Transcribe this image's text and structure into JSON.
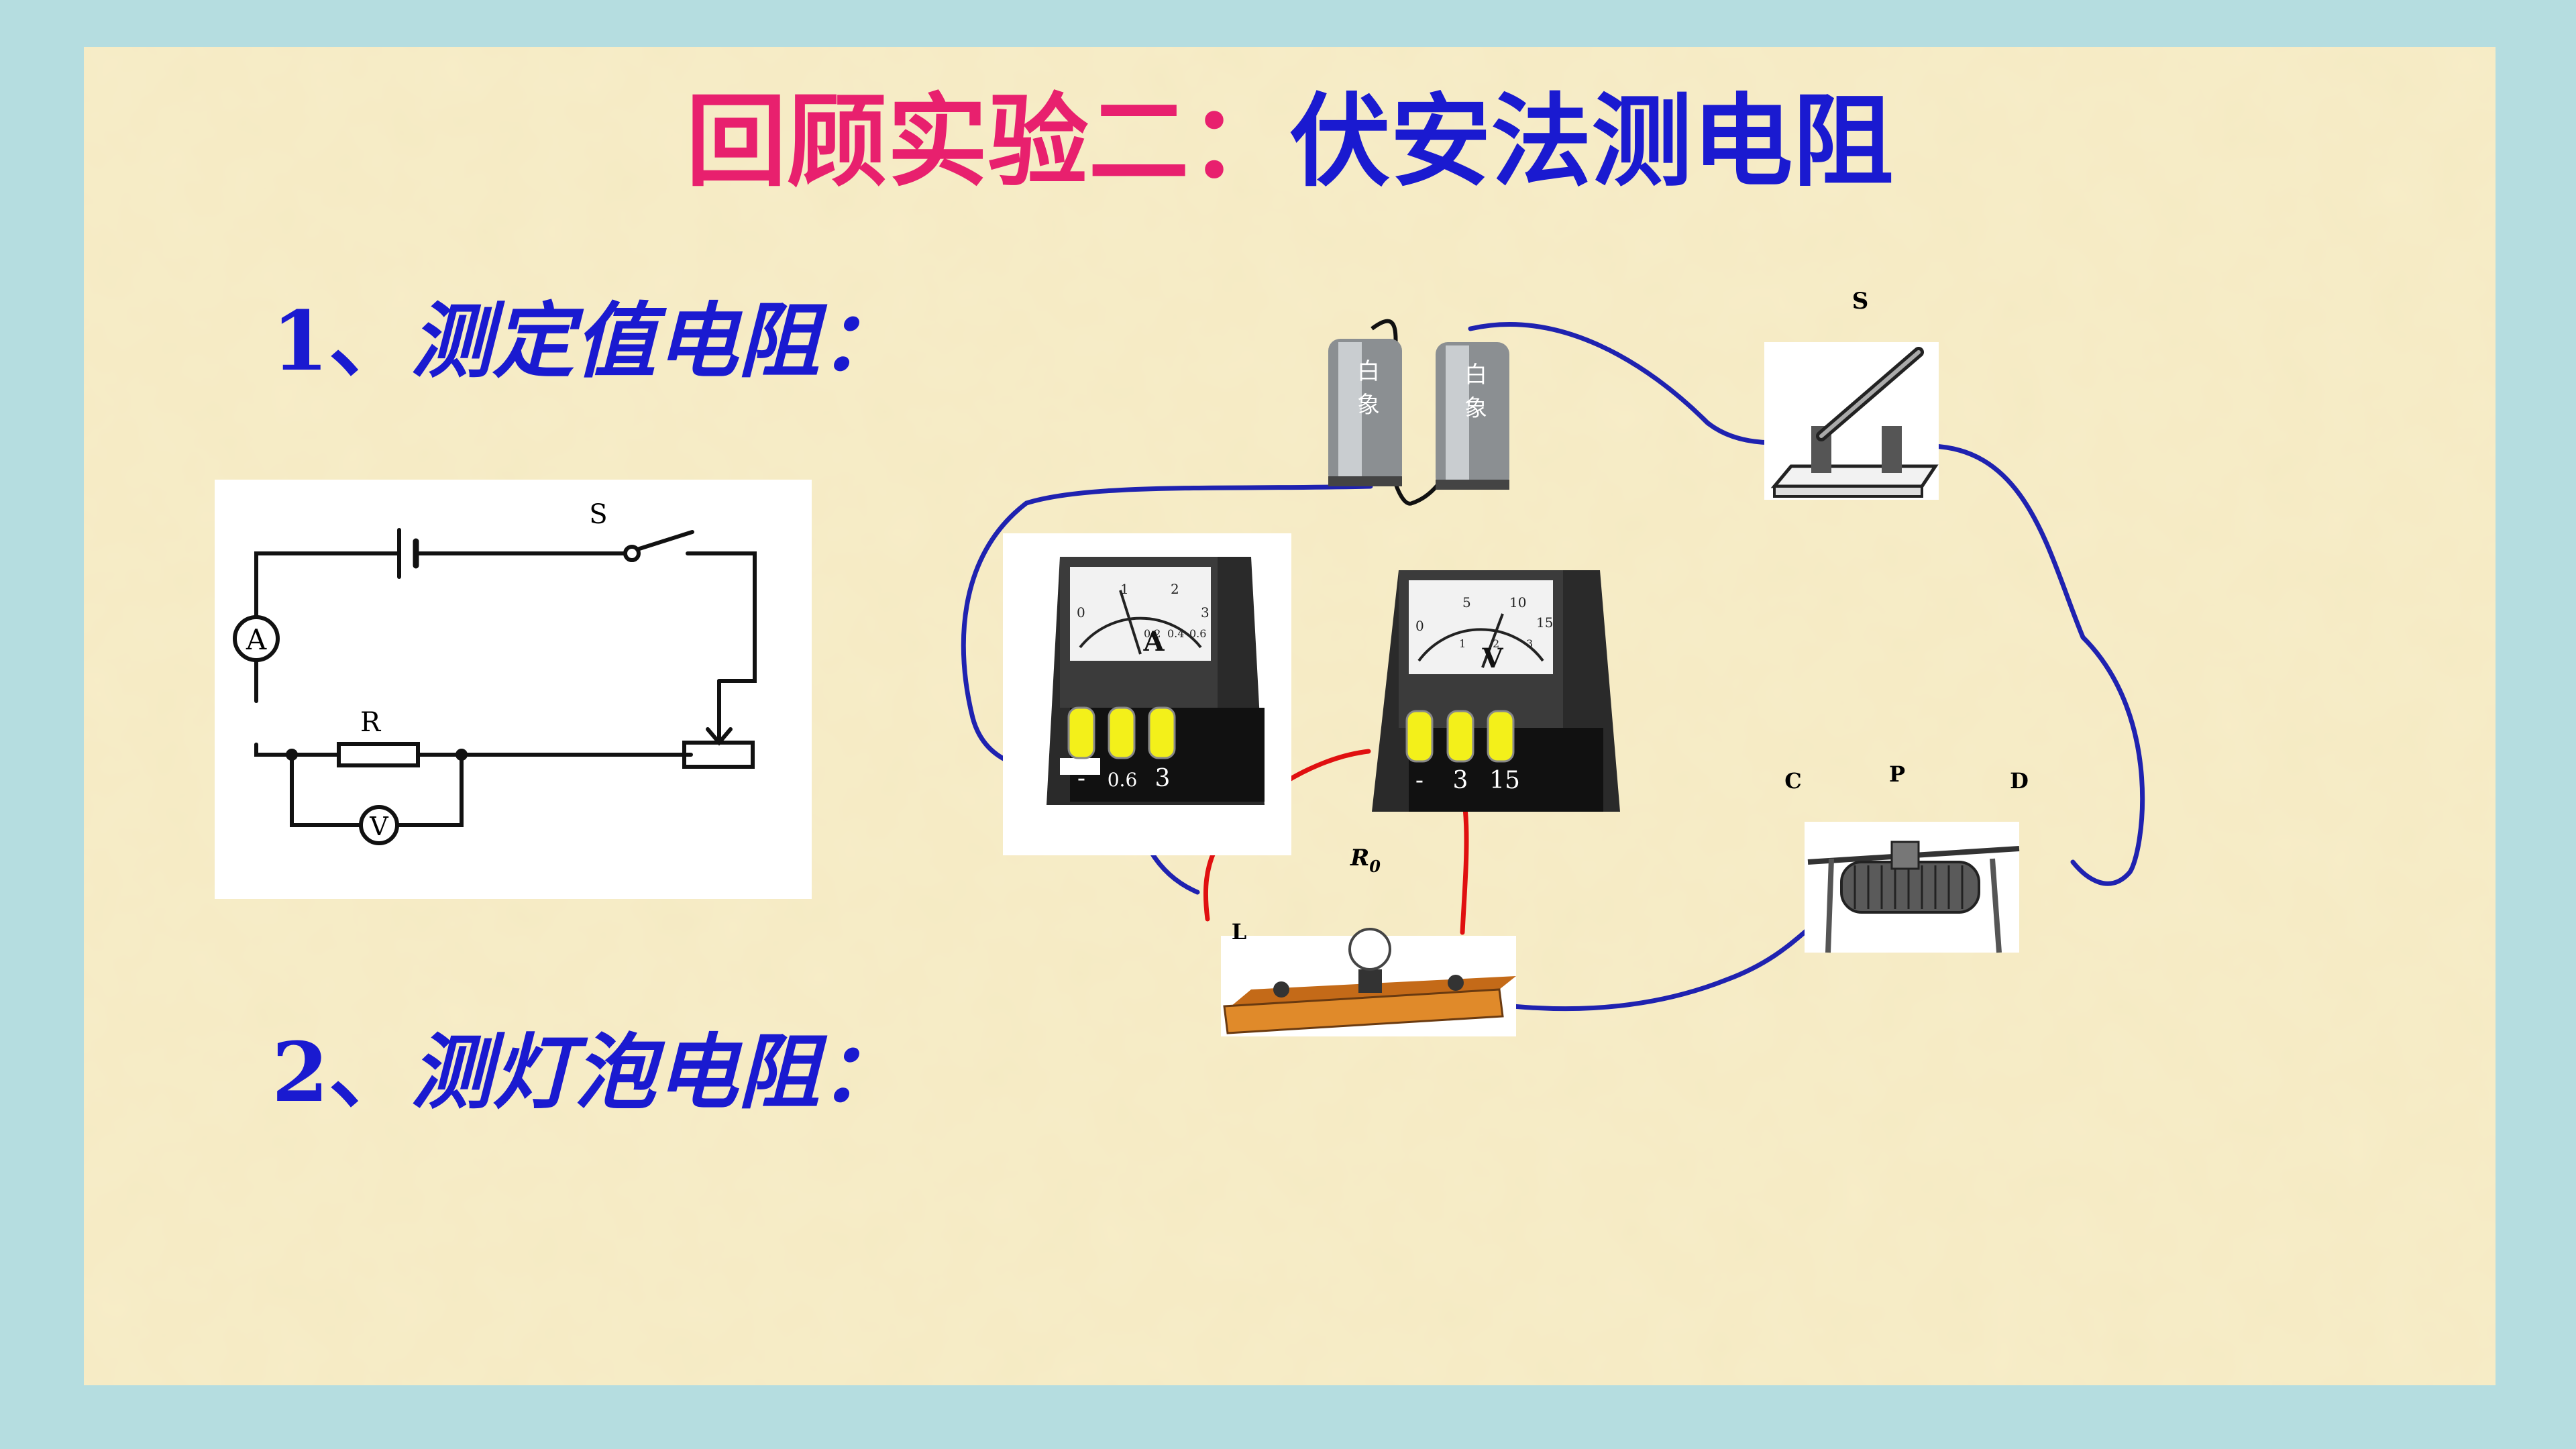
{
  "title": {
    "part1": "回顾实验二",
    "colon": "：",
    "part2": "伏安法测电阻"
  },
  "section1": {
    "number": "1、",
    "text": "测定值电阻："
  },
  "section2": {
    "number": "2、",
    "text": "测灯泡电阻："
  },
  "schematic": {
    "switch_label": "S",
    "ammeter_label": "A",
    "resistor_label": "R",
    "voltmeter_label": "V"
  },
  "apparatus": {
    "switch_label": "S",
    "rheostat_labels": {
      "c": "C",
      "p": "P",
      "d": "D"
    },
    "resistor_label_main": "R",
    "resistor_label_sub": "0",
    "lamp_label": "L",
    "ammeter": {
      "symbol": "A",
      "scale": [
        "0",
        "1",
        "2",
        "3",
        "0.2",
        "0.4",
        "0.6"
      ],
      "terminals": [
        "-",
        "0.6",
        "3"
      ]
    },
    "voltmeter": {
      "symbol": "V",
      "scale": [
        "0",
        "5",
        "10",
        "15",
        "1",
        "2",
        "3"
      ],
      "terminals": [
        "-",
        "3",
        "15"
      ]
    },
    "battery_marks": [
      "白",
      "象"
    ]
  },
  "colors": {
    "title_pink": "#e8206e",
    "title_blue": "#1a1ad0",
    "wire_blue": "#1f22b0",
    "wire_red": "#e01010",
    "background": "#f7edc8",
    "frame": "#b5dde0"
  }
}
